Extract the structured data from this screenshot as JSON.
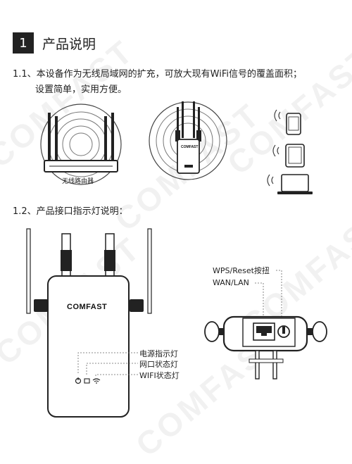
{
  "section": {
    "number": "1",
    "title": "产品说明"
  },
  "intro": {
    "line1": "1.1、本设备作为无线局域网的扩充，可放大现有WiFi信号的覆盖面积；",
    "line2": "设置简单，实用方便。"
  },
  "diagram1": {
    "router_label": "无线路由器",
    "extender_brand": "COMFAST",
    "device_icons": [
      "phone-icon",
      "tablet-icon",
      "laptop-icon"
    ]
  },
  "interface": {
    "heading": "1.2、产品接口指示灯说明：",
    "front_brand": "COMFAST",
    "indicators": [
      "电源指示灯",
      "网口状态灯",
      "WIFI状态灯"
    ],
    "indicator_icons": [
      "power-icon",
      "network-icon",
      "wifi-icon"
    ],
    "side_labels": {
      "wps": "WPS/Reset按扭",
      "wan": "WAN/LAN"
    }
  },
  "watermark": "COMFAST"
}
